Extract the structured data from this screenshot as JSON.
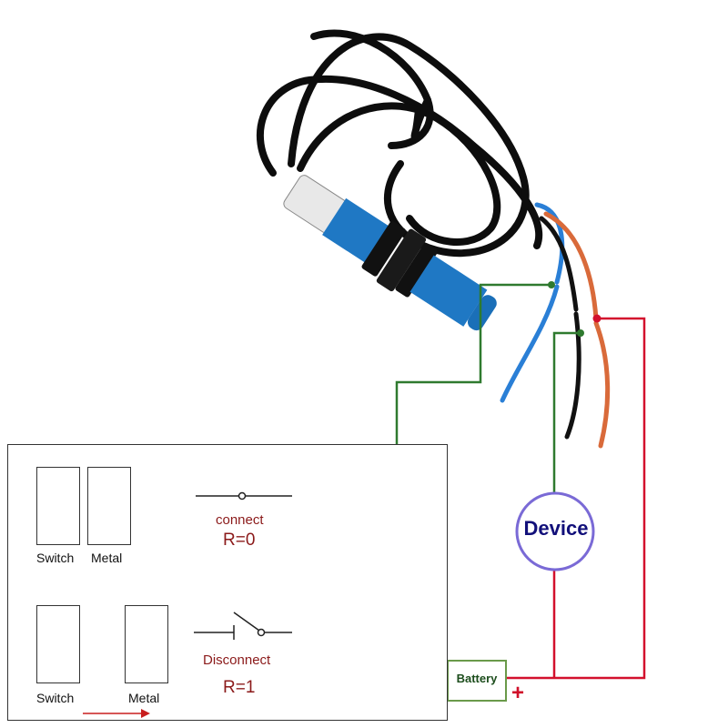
{
  "colors": {
    "green_wire": "#2f7a2f",
    "red_wire": "#d3112d",
    "blue_wire": "#2a7fd6",
    "brown_wire": "#d96a3a",
    "black_wire": "#111111",
    "device_ring": "#7a6ad6",
    "device_text": "#12107a",
    "battery_border": "#6a9a4a",
    "sensor_body": "#1f78c4",
    "legend_red_text": "#8b1a1a"
  },
  "device": {
    "label": "Device"
  },
  "battery": {
    "label": "Battery",
    "minus": "-",
    "plus": "+"
  },
  "legend": {
    "top": {
      "left_box_label": "Switch",
      "right_box_label": "Metal",
      "state_label": "connect",
      "resistance": "R=0"
    },
    "bottom": {
      "left_box_label": "Switch",
      "right_box_label": "Metal",
      "state_label": "Disconnect",
      "resistance": "R=1"
    }
  }
}
